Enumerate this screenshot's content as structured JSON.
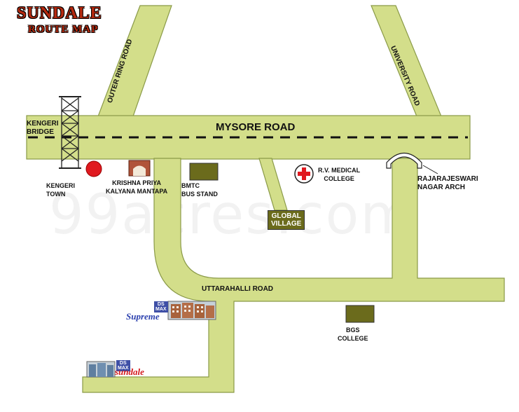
{
  "title": {
    "main": "SUNDALE",
    "sub": "ROUTE MAP"
  },
  "watermark": "99acres.com",
  "roads": {
    "mysore": "MYSORE ROAD",
    "outer_ring": "OUTER RING ROAD",
    "university": "UNIVERSITY ROAD",
    "uttarahalli": "UTTARAHALLI ROAD"
  },
  "landmarks": {
    "kengeri_bridge": "KENGERI\nBRIDGE",
    "kengeri_town": "KENGERI\nTOWN",
    "krishna_priya": "KRISHNA PRIYA\nKALYANA MANTAPA",
    "bmtc": "BMTC\nBUS STAND",
    "rv_medical": "R.V. MEDICAL\nCOLLEGE",
    "global_village": "GLOBAL\nVILLAGE",
    "rr_arch": "RAJARAJESWARI\nNAGAR ARCH",
    "bgs": "BGS\nCOLLEGE"
  },
  "projects": {
    "supreme": {
      "badge": "DS\nMAX",
      "name": "Supreme"
    },
    "sundale": {
      "badge": "DS\nMAX",
      "name": "sundale"
    }
  },
  "colors": {
    "road": "#d3de8a",
    "road_edge": "#8a9a48",
    "landmark_box": "#6b6b1c",
    "marker_red": "#e0191f",
    "title": "#b52a10",
    "brand_blue": "#2a3fae",
    "brand_red": "#d3181c"
  },
  "icons": [
    "bridge-icon",
    "location-dot-icon",
    "arch-gate-icon",
    "medical-cross-icon",
    "building-icon"
  ]
}
